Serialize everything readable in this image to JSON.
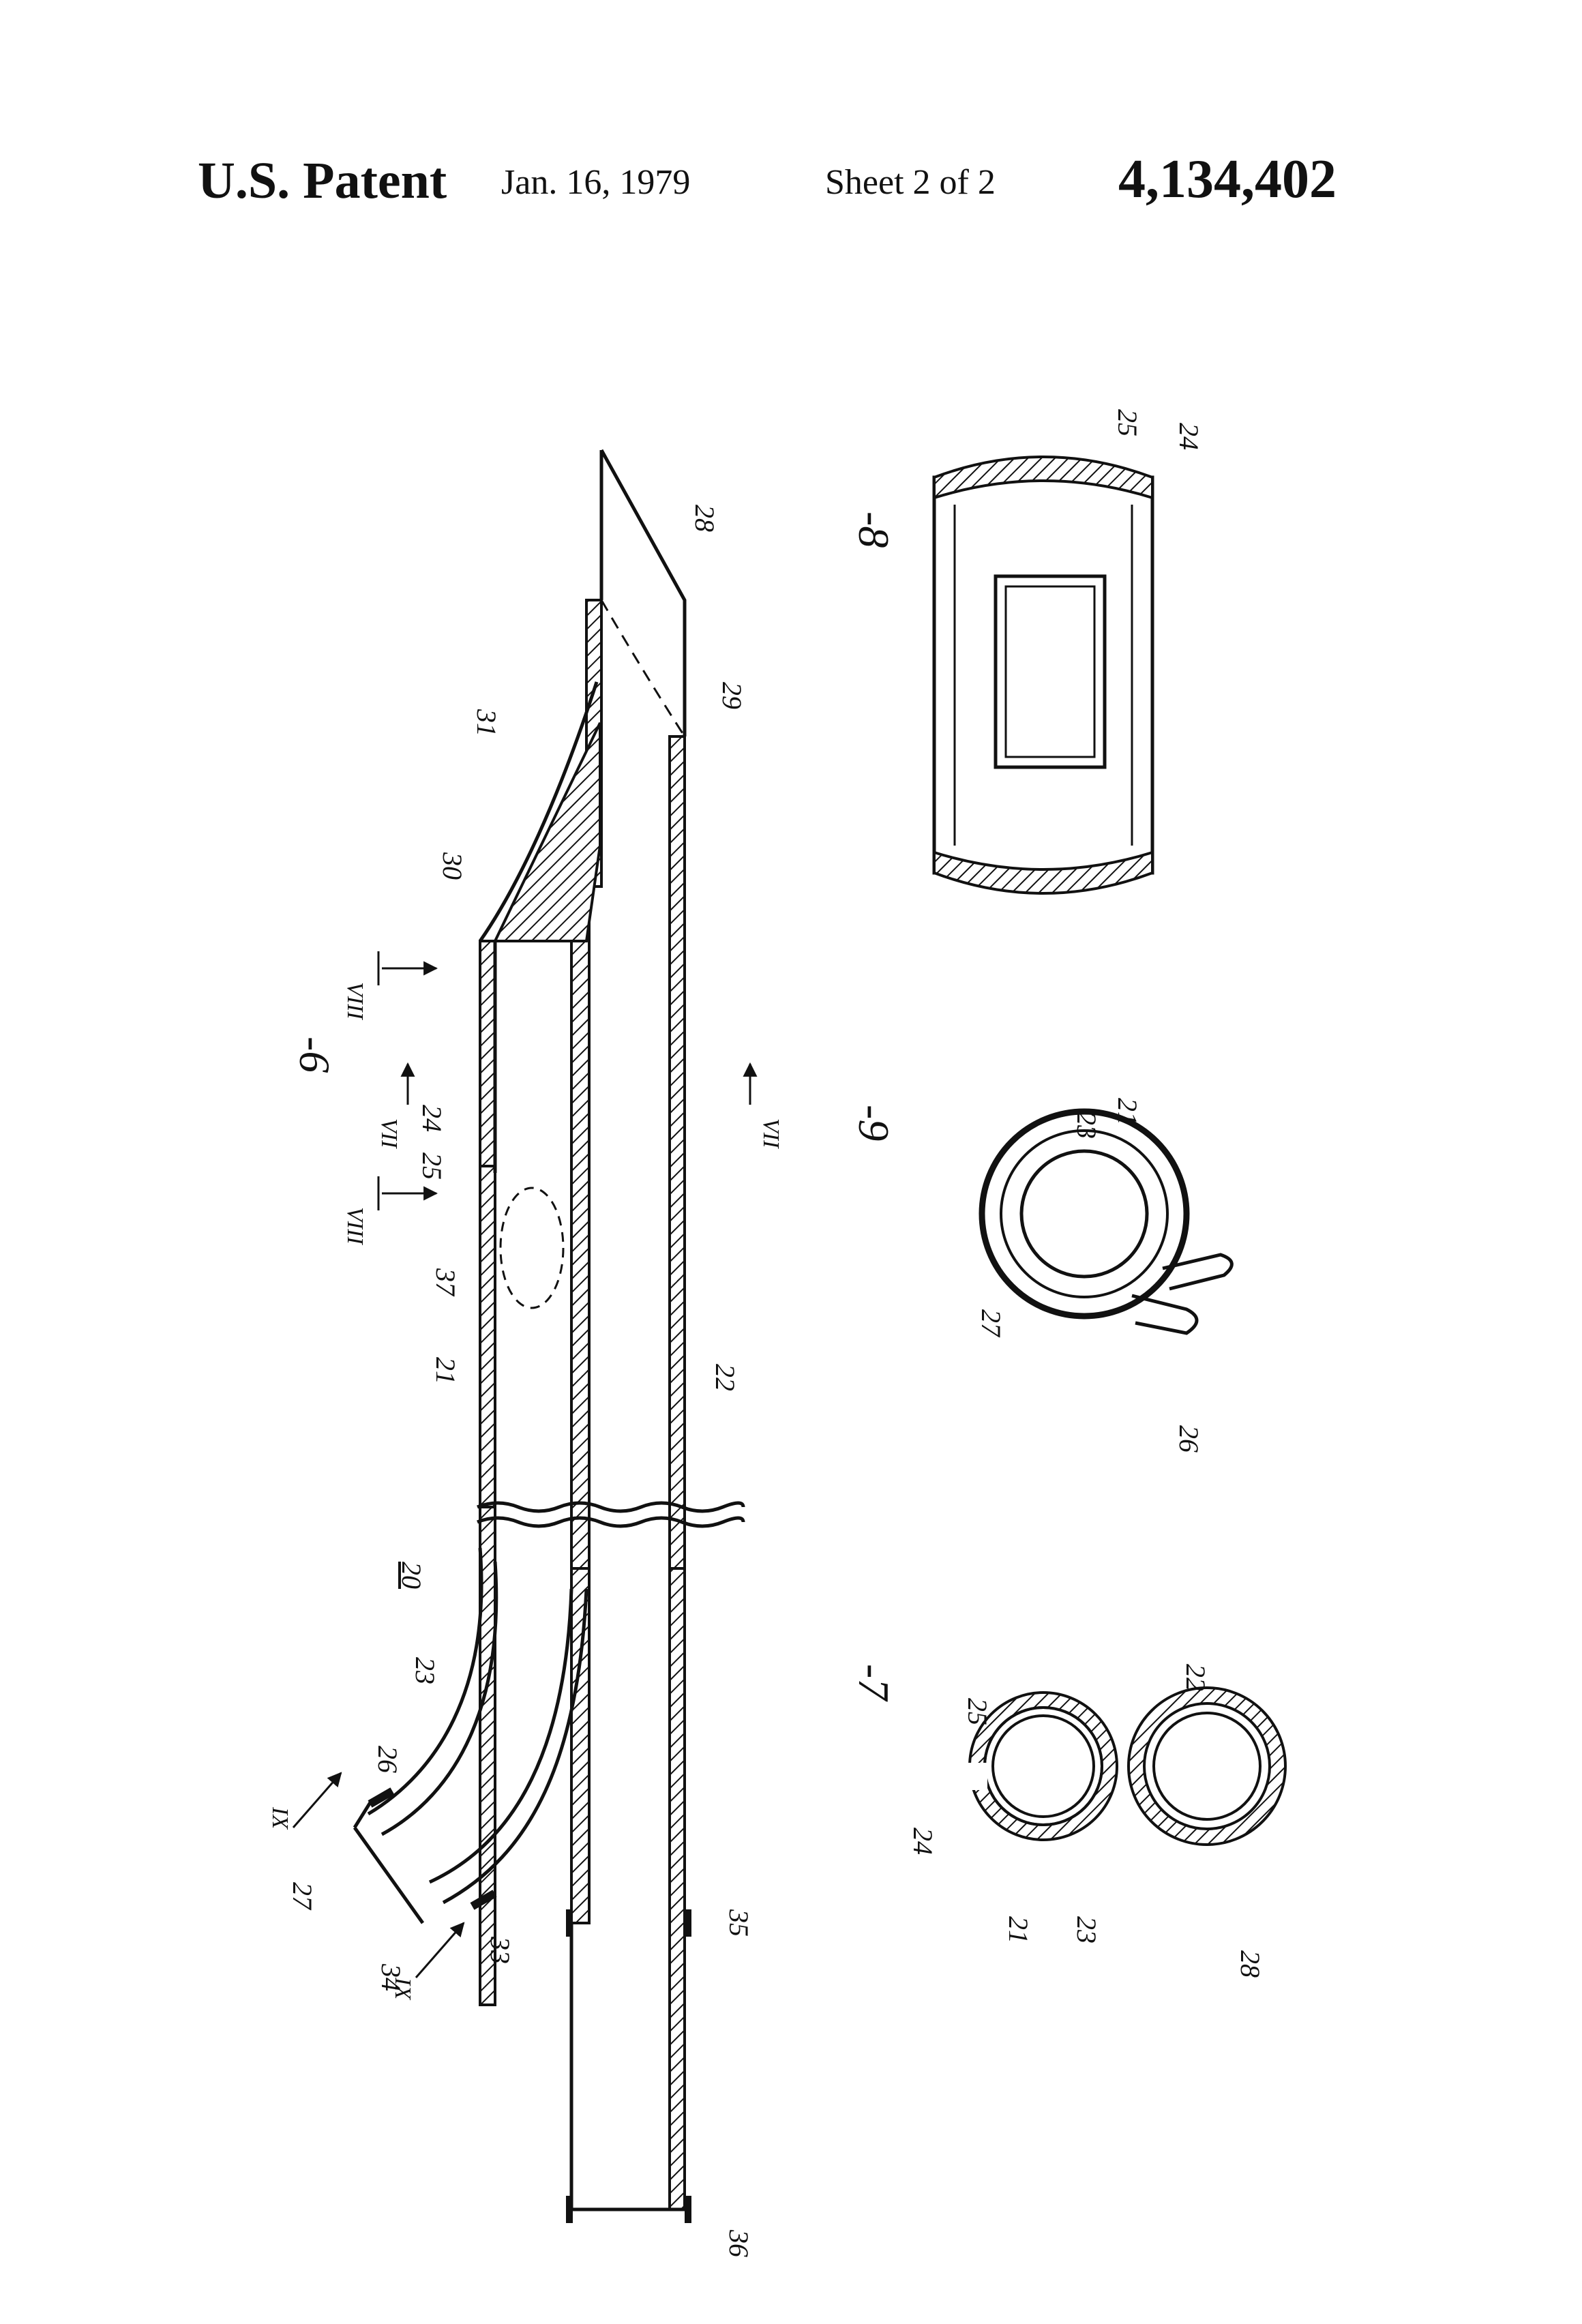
{
  "header": {
    "left": "U.S. Patent",
    "date": "Jan. 16, 1979",
    "sheet": "Sheet 2 of 2",
    "patent_number": "4,134,402"
  },
  "figures": {
    "fig6": "-6",
    "fig7": "-7",
    "fig8": "-8",
    "fig9": "-9"
  },
  "section_marks": {
    "viii": "VIII",
    "vii": "VII",
    "ix": "IX"
  },
  "labels": {
    "l20": "20",
    "l21": "21",
    "l22": "22",
    "l23": "23",
    "l24": "24",
    "l25": "25",
    "l26": "26",
    "l27": "27",
    "l28": "28",
    "l29": "29",
    "l30": "30",
    "l31": "31",
    "l33": "33",
    "l34": "34",
    "l35": "35",
    "l36": "36",
    "l37": "37"
  }
}
